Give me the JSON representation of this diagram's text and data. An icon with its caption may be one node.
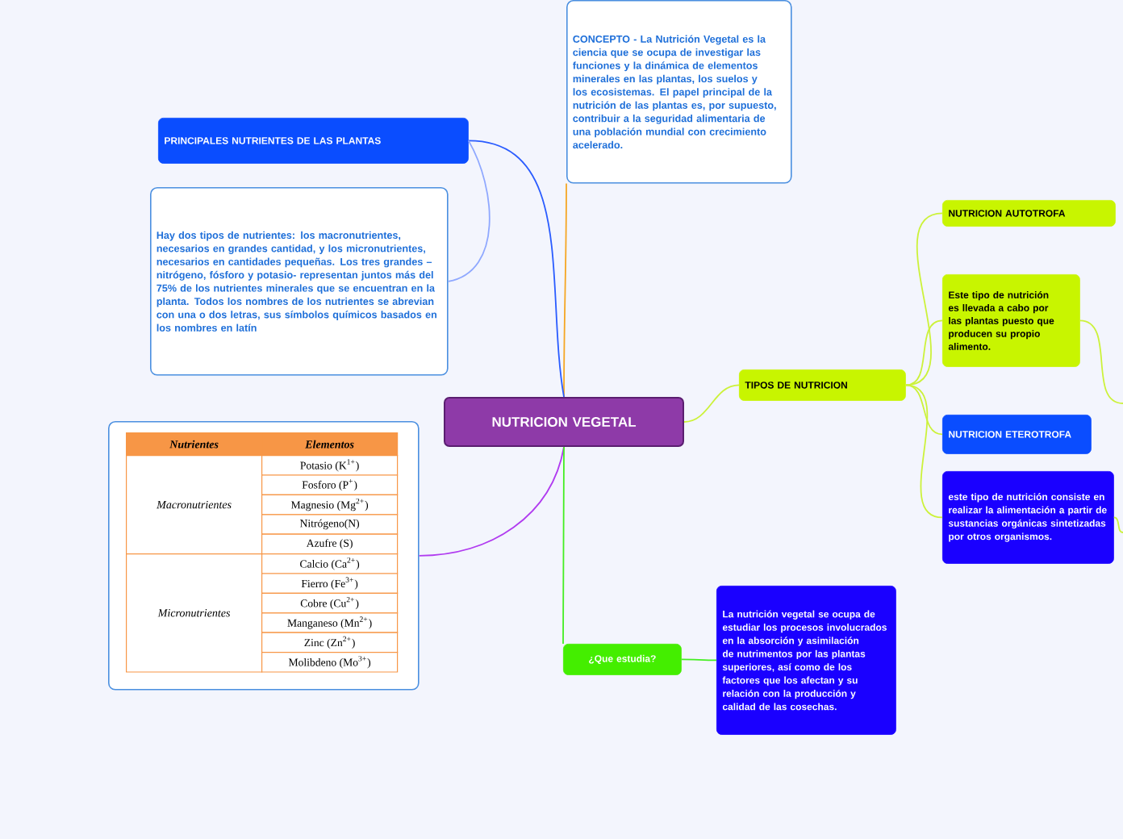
{
  "diagram": {
    "nodes": [
      {
        "text": [
          "NUTRICION VEGETAL"
        ]
      },
      {
        "text": [
          "CONCEPTO - La Nutrición Vegetal es la ciencia que se ocupa de investigar las funciones y la dinámica de elementos minerales en las plantas, los suelos y los ecosistemas. El papel principal de la nutrición de las plantas es, por supuesto, contribuir a la seguridad alimentaria de una población mundial con crecimiento acelerado."
        ]
      },
      {
        "text": [
          "PRINCIPALES NUTRIENTES DE LAS PLANTAS"
        ]
      },
      {
        "text": [
          "Hay dos tipos de nutrientes: los macronutrientes, necesarios en grandes cantidad, y los micronutrientes, necesarios en cantidades pequeñas. Los tres grandes –nitrógeno, fósforo y potasio- representan juntos más del 75% de los nutrientes minerales que se encuentran en la planta. Todos los nombres de los nutrientes se abrevian con una o dos letras, sus símbolos químicos basados en los nombres en latín"
        ]
      },
      {
        "text": [],
        "shape": "box"
      },
      {
        "text": [
          "TIPOS DE NUTRICION"
        ]
      },
      {
        "text": [
          "NUTRICION AUTOTROFA"
        ]
      },
      {
        "text": [
          "Este tipo de nutrición es llevada a cabo por las plantas puesto que producen su propio alimento."
        ]
      },
      {
        "text": [
          "NUTRICION ETEROTROFA"
        ]
      },
      {
        "text": [
          "este tipo de nutrición consiste en realizar la alimentación a partir de sustancias orgánicas sintetizadas por otros organismos."
        ]
      },
      {
        "text": [
          "¿Que estudia?"
        ]
      },
      {
        "text": [
          "La nutrición vegetal se ocupa de estudiar los procesos involucrados en la absorción y asimilación de nutrimentos por las plantas superiores, así como de los factores que los afectan y su relación con la producción y calidad de las cosechas."
        ]
      }
    ],
    "edges": [
      {
        "from": 0,
        "to": 1,
        "arrow": "none",
        "color": "#f5a623"
      },
      {
        "from": 0,
        "to": 2,
        "arrow": "none",
        "color": "#2a5cff"
      },
      {
        "from": 2,
        "to": 3,
        "arrow": "none",
        "color": "#8fa8ff"
      },
      {
        "from": 0,
        "to": 4,
        "arrow": "none",
        "color": "#b13cf0"
      },
      {
        "from": 0,
        "to": 5,
        "arrow": "none"
      },
      {
        "from": 5,
        "to": 6,
        "arrow": "none"
      },
      {
        "from": 5,
        "to": 7,
        "arrow": "none"
      },
      {
        "from": 5,
        "to": 8,
        "arrow": "none"
      },
      {
        "from": 5,
        "to": 9,
        "arrow": "none"
      },
      {
        "from": 7,
        "to": null,
        "arrow": "none"
      },
      {
        "from": 9,
        "to": null,
        "arrow": "none"
      },
      {
        "from": 0,
        "to": 10,
        "arrow": "none",
        "color": "#44ee22"
      },
      {
        "from": 10,
        "to": 11,
        "arrow": "none",
        "color": "#44ee22"
      }
    ],
    "labels": [
      "Nutrientes",
      "Elementos",
      "Macronutrientes",
      "Potasio (K$^{1+}$)",
      "Fosforo (P$^{+}$)",
      "Magnesio (Mg$^{2+}$)",
      "Nitrógeno(N)",
      "Azufre (S)",
      "Micronutrientes",
      "Calcio (Ca$^{2+}$)",
      "Fierro (Fe$^{3+}$)",
      "Cobre (Cu$^{2+}$)",
      "Manganeso (Mn$^{2+}$)",
      "Zinc (Zn$^{2+}$)",
      "Molibdeno (Mo$^{3+}$)"
    ]
  }
}
